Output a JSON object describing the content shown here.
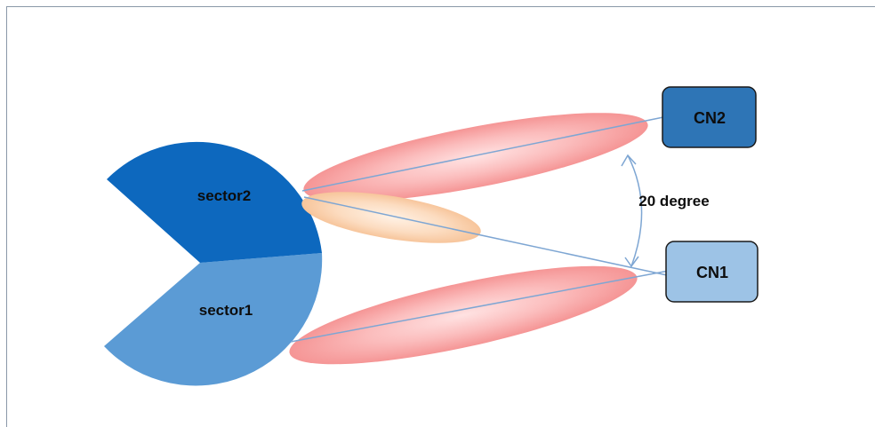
{
  "diagram": {
    "sectors": [
      {
        "id": "sector2",
        "label": "sector2",
        "color": "#0d68be"
      },
      {
        "id": "sector1",
        "label": "sector1",
        "color": "#5b9bd5"
      }
    ],
    "nodes": [
      {
        "id": "CN2",
        "label": "CN2",
        "fill": "#2e75b6"
      },
      {
        "id": "CN1",
        "label": "CN1",
        "fill": "#9dc3e6"
      }
    ],
    "angle_annotation": {
      "label": "20 degree"
    },
    "colors": {
      "beam_main": "#f7a1a1",
      "beam_side": "#f9cfa8",
      "link_line": "#7ea6d3",
      "node_border": "#1a1a1a"
    }
  }
}
